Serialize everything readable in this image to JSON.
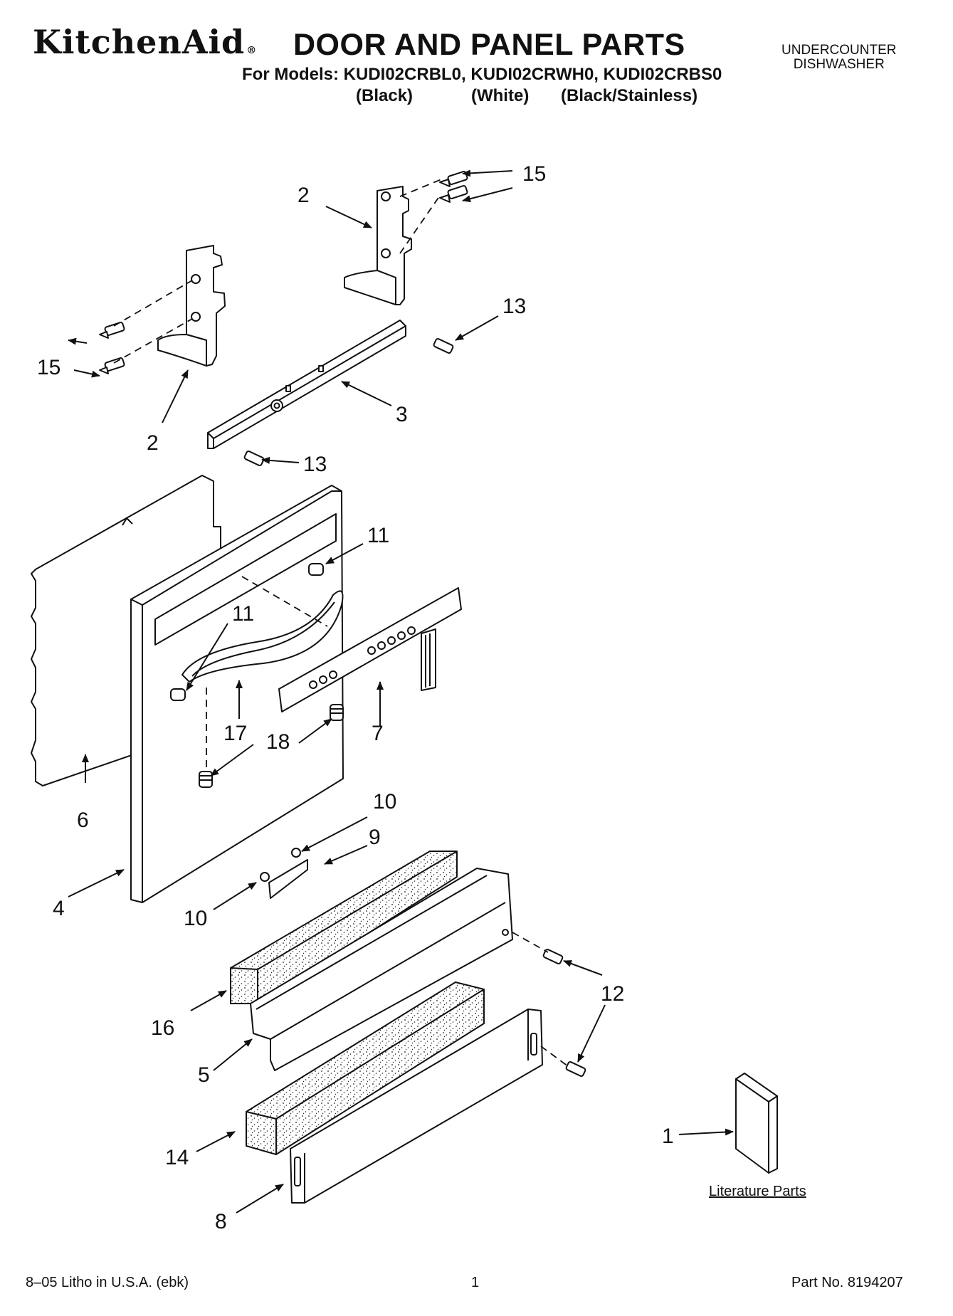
{
  "header": {
    "brand": "KitchenAid",
    "brand_mark": "®",
    "title": "DOOR AND PANEL PARTS",
    "models_line": "For Models: KUDI02CRBL0, KUDI02CRWH0, KUDI02CRBS0",
    "finishes": [
      "(Black)",
      "(White)",
      "(Black/Stainless)"
    ],
    "appliance_type_line1": "UNDERCOUNTER",
    "appliance_type_line2": "DISHWASHER"
  },
  "callouts": [
    "15",
    "2",
    "13",
    "15",
    "2",
    "3",
    "13",
    "11",
    "11",
    "7",
    "17",
    "18",
    "6",
    "10",
    "9",
    "4",
    "10",
    "12",
    "16",
    "5",
    "1",
    "14",
    "8"
  ],
  "literature_label": "Literature Parts",
  "footer": {
    "litho": "8–05 Litho in U.S.A. (ebk)",
    "page_number": "1",
    "part_number": "Part No. 8194207"
  }
}
